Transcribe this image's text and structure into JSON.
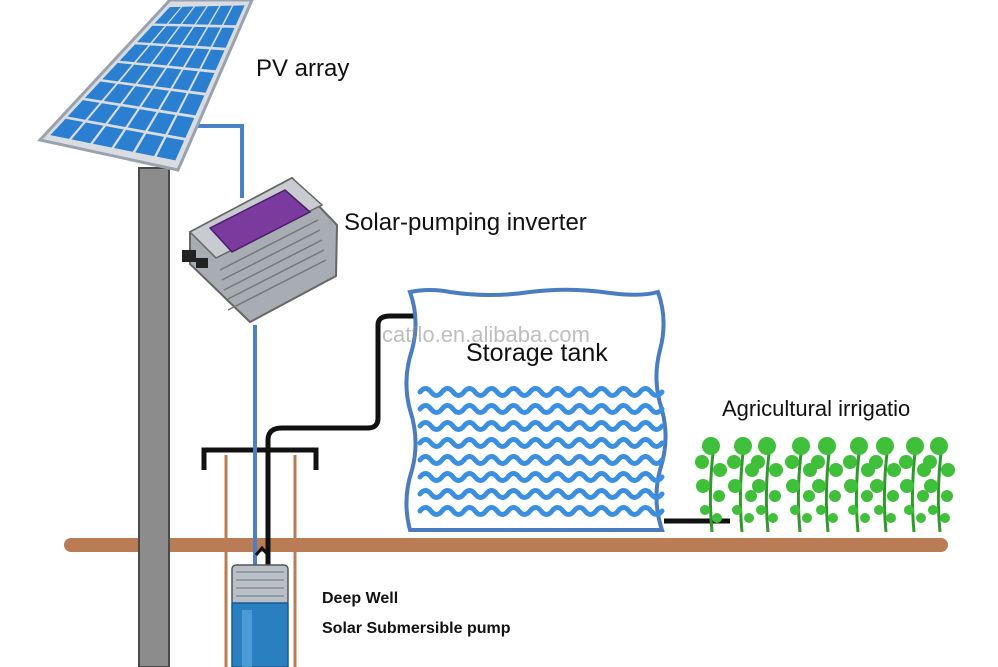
{
  "labels": {
    "pv_array": "PV array",
    "inverter": "Solar-pumping inverter",
    "storage_tank": "Storage tank",
    "irrigation": "Agricultural irrigatio",
    "pump_line1": "Deep Well",
    "pump_line2": "Solar Submersible pump"
  },
  "watermark": "catflo.en.alibaba.com",
  "colors": {
    "panel_cell": "#2b7fd0",
    "panel_frame": "#d9dde2",
    "pole": "#8c8c8c",
    "pole_edge": "#4a4a4a",
    "cable": "#4a80c4",
    "inverter_body": "#9aa0a8",
    "inverter_panel": "#7b3a9e",
    "pipe": "#111111",
    "ground": "#b97c55",
    "water_wave": "#3b8fe0",
    "tank_outline": "#4a7cc0",
    "pump": "#2a7fc0",
    "plant": "#3fbf3a"
  }
}
